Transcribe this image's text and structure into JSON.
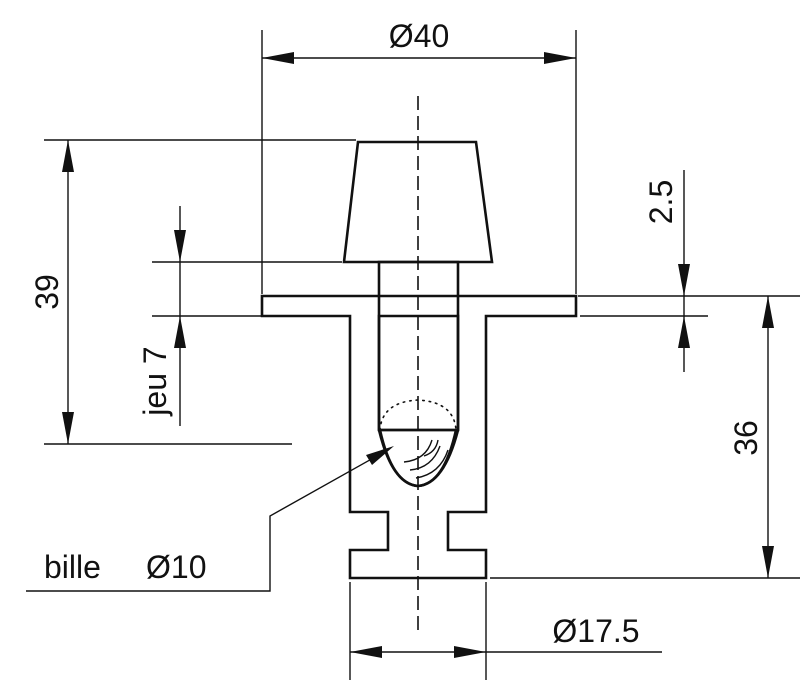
{
  "diagram": {
    "dimensions": {
      "top_diameter": "Ø40",
      "total_height": "39",
      "play": "jeu 7",
      "offset": "2.5",
      "body_height": "36",
      "bottom_diameter": "Ø17.5"
    },
    "callouts": {
      "ball_word": "bille",
      "ball_diameter": "Ø10"
    }
  }
}
